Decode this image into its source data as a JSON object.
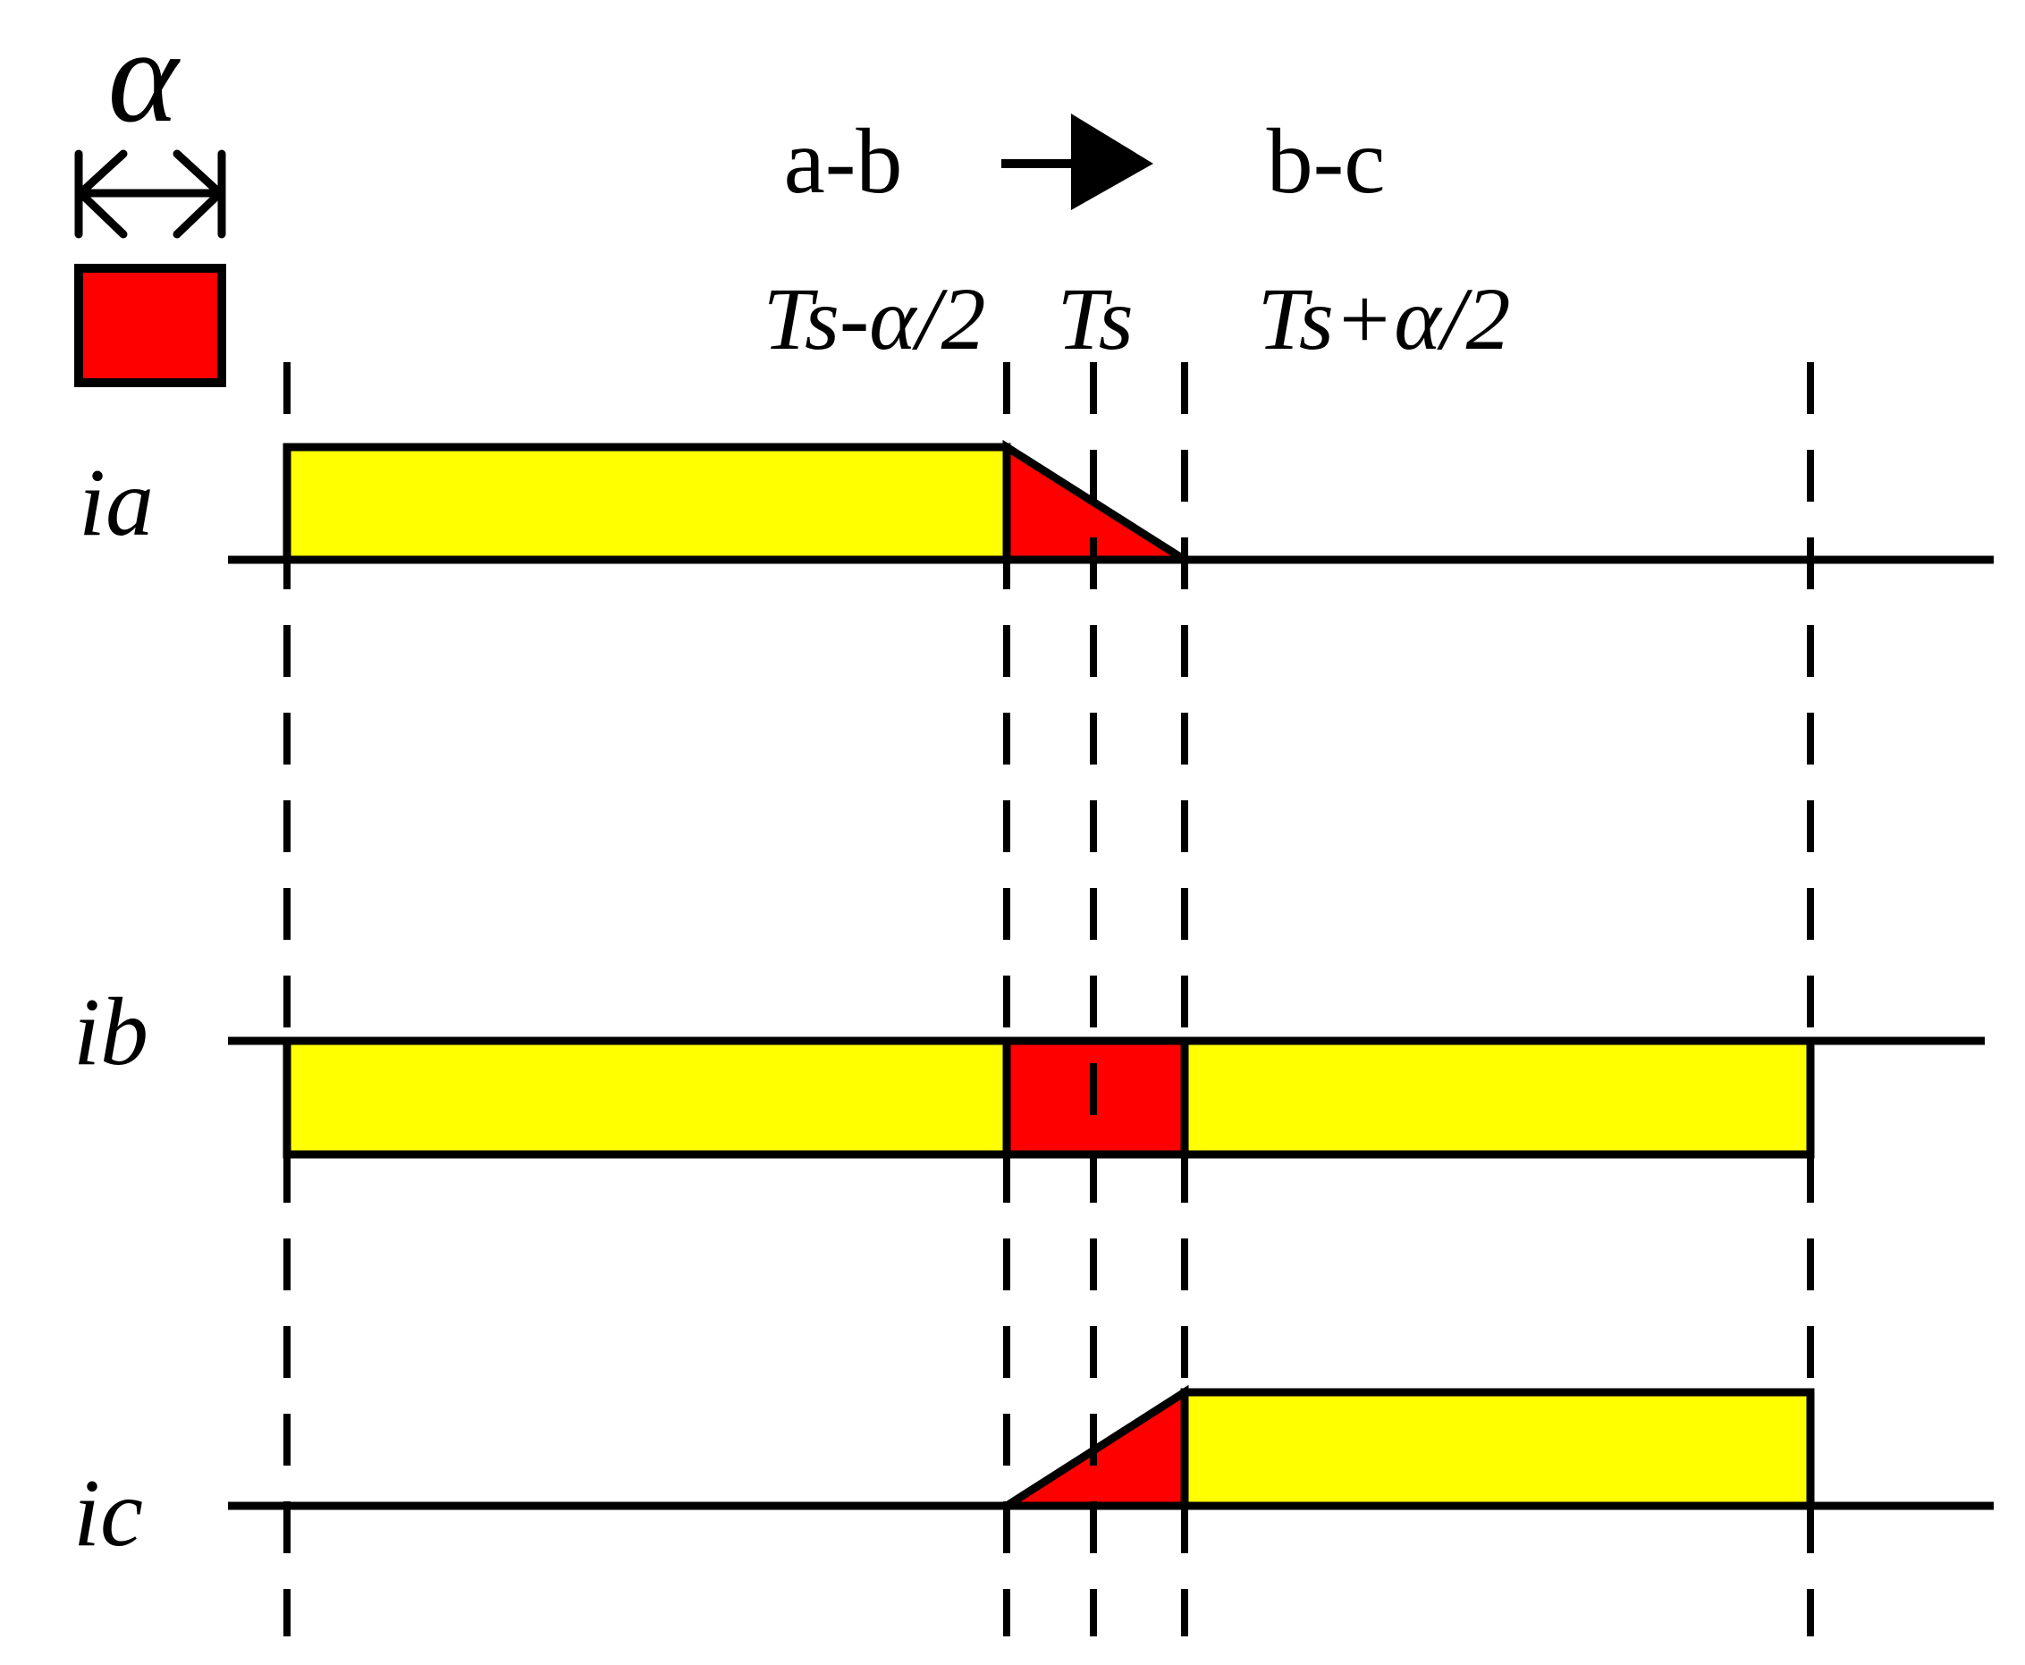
{
  "colors": {
    "conduction": "#ffff00",
    "overlap": "#ff0000",
    "line": "#000000"
  },
  "legend": {
    "symbol": "α"
  },
  "transition": {
    "from": "a-b",
    "to": "b-c"
  },
  "time_labels": {
    "start": "Ts-α/2",
    "center": "Ts",
    "end": "Ts+α/2"
  },
  "phases": {
    "a": "ia",
    "b": "ib",
    "c": "ic"
  }
}
